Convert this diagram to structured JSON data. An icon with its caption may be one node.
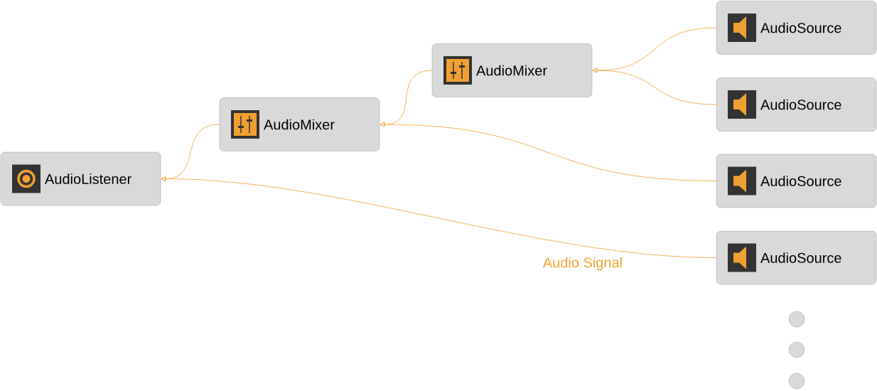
{
  "diagram": {
    "nodes": [
      {
        "text": [
          "AudioListener"
        ]
      },
      {
        "text": [
          "AudioMixer"
        ]
      },
      {
        "text": [
          "AudioMixer"
        ]
      },
      {
        "text": [
          "AudioSource"
        ]
      },
      {
        "text": [
          "AudioSource"
        ]
      },
      {
        "text": [
          "AudioSource"
        ]
      },
      {
        "text": [
          "AudioSource"
        ]
      },
      {
        "text": [],
        "shape": "circle"
      },
      {
        "text": [],
        "shape": "circle"
      },
      {
        "text": [],
        "shape": "circle"
      }
    ],
    "edges": [
      {
        "from": 1,
        "to": 0,
        "arrow": "to"
      },
      {
        "from": 2,
        "to": 1,
        "arrow": "to"
      },
      {
        "from": 3,
        "to": 2,
        "arrow": "to"
      },
      {
        "from": 4,
        "to": 2,
        "arrow": "to"
      },
      {
        "from": 5,
        "to": 1,
        "arrow": "to"
      },
      {
        "from": 6,
        "to": 0,
        "arrow": "to",
        "label": "Audio Signal"
      }
    ]
  }
}
